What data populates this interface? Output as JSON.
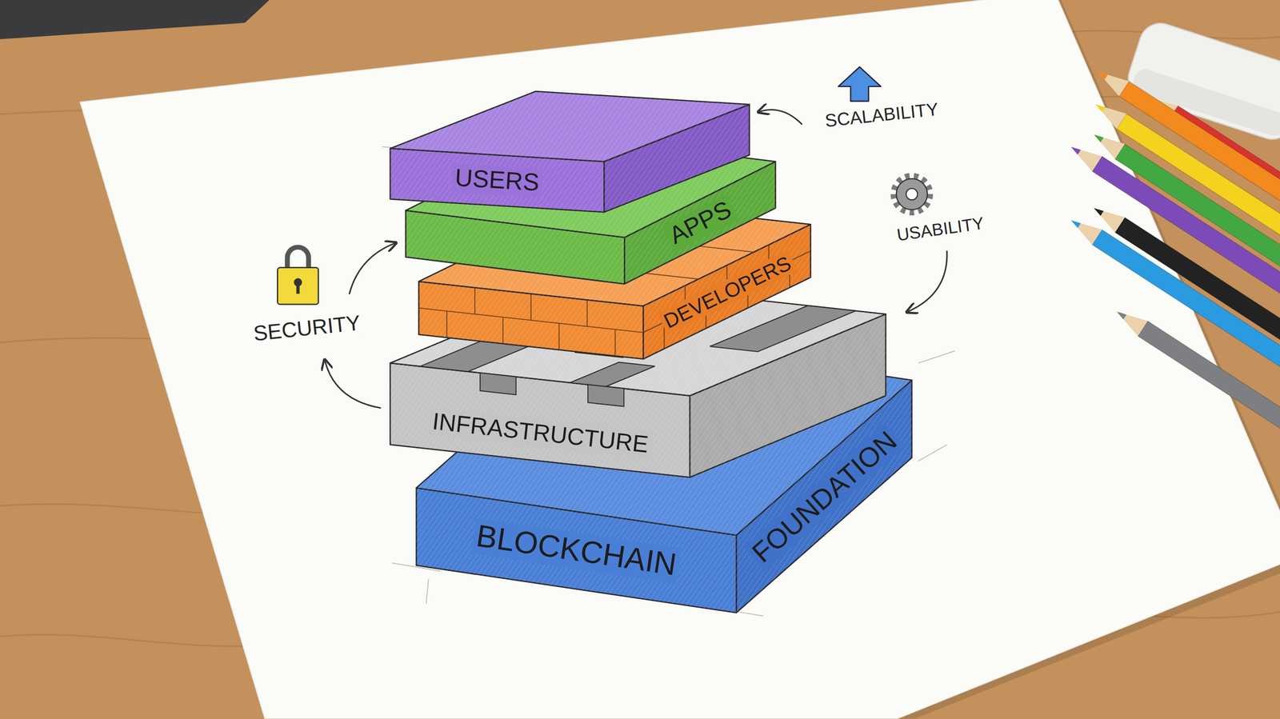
{
  "diagram": {
    "nodes": [
      {
        "text": [
          "USERS"
        ]
      },
      {
        "text": [
          "APPS"
        ]
      },
      {
        "text": [
          "DEVELOPERS"
        ]
      },
      {
        "text": [
          "INFRASTRUCTURE"
        ]
      },
      {
        "text": [
          "BLOCKCHAIN",
          "FOUNDATION"
        ]
      }
    ],
    "labels": [
      "SCALABILITY",
      "USABILITY",
      "SECURITY"
    ]
  }
}
